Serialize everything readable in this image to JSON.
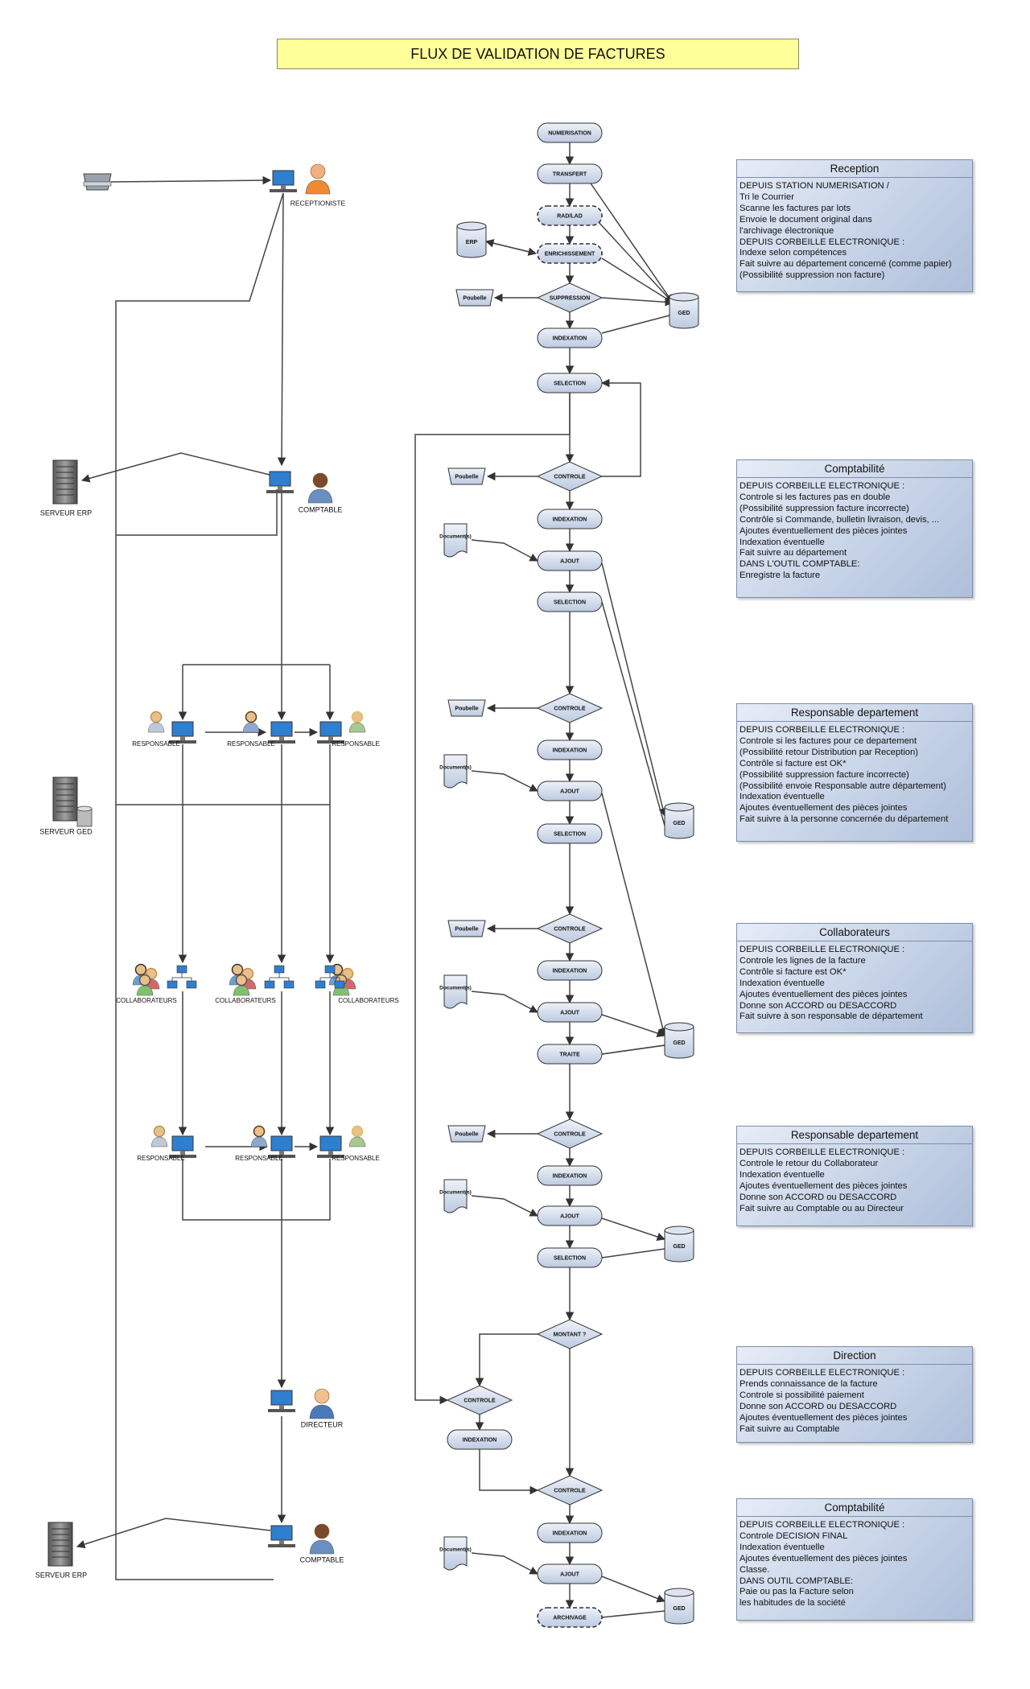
{
  "title": "FLUX DE VALIDATION DE FACTURES",
  "left": {
    "receptionist": "RECEPTIONISTE",
    "comptable_1": "COMPTABLE",
    "comptable_2": "COMPTABLE",
    "directeur": "DIRECTEUR",
    "serveur_erp_1": "SERVEUR ERP",
    "serveur_erp_2": "SERVEUR ERP",
    "serveur_ged": "SERVEUR GED",
    "responsables_row1": [
      "RESPONSABLE",
      "RESPONSABLE",
      "RESPONSABLE"
    ],
    "collaborateurs": [
      "COLLABORATEURS",
      "COLLABORATEURS",
      "COLLABORATEURS"
    ],
    "responsables_row2": [
      "RESPONSABLE",
      "RESPONSABLE",
      "RESPONSABLE"
    ]
  },
  "flow": {
    "numerisation": "NUMERISATION",
    "transfert": "TRANSFERT",
    "radlad": "RAD/LAD",
    "enrichissement": "ENRICHISSEMENT",
    "erp": "ERP",
    "poubelle": "Poubelle",
    "suppression": "SUPPRESSION",
    "ged": "GED",
    "indexation": "INDEXATION",
    "selection": "SELECTION",
    "controle": "CONTROLE",
    "ajout": "AJOUT",
    "documents": "Document(s)",
    "traite": "TRAITE",
    "montant": "MONTANT ?",
    "archivage": "ARCHIVAGE"
  },
  "notes": [
    {
      "title": "Reception",
      "body": "DEPUIS STATION NUMERISATION /\nTri le Courrier\nScanne les factures par lots\nEnvoie le document original dans\n l'archivage électronique\nDEPUIS CORBEILLE ELECTRONIQUE :\nIndexe selon compétences\nFait suivre au département concerné (comme papier)\n(Possibilité suppression non facture)"
    },
    {
      "title": "Comptabilité",
      "body": "DEPUIS CORBEILLE ELECTRONIQUE :\nControle si les factures pas en double\n(Possibilité suppression facture incorrecte)\nContrôle si Commande, bulletin livraison, devis, ...\nAjoutes éventuellement des pièces jointes\nIndexation éventuelle\nFait suivre au département\nDANS L'OUTIL COMPTABLE:\nEnregistre la facture"
    },
    {
      "title": "Responsable departement",
      "body": "DEPUIS CORBEILLE ELECTRONIQUE :\nControle si les factures pour ce departement\n(Possibilité retour Distribution par Reception)\nContrôle si facture est OK*\n(Possibilité suppression facture incorrecte)\n(Possibilité envoie Responsable autre département)\nIndexation éventuelle\nAjoutes éventuellement des pièces jointes\nFait suivre à la personne concernée du département"
    },
    {
      "title": "Collaborateurs",
      "body": "DEPUIS CORBEILLE ELECTRONIQUE :\nControle  les lignes de la facture\nContrôle si facture est OK*\nIndexation éventuelle\nAjoutes éventuellement des pièces jointes\nDonne son ACCORD ou DESACCORD\nFait suivre à son responsable de département"
    },
    {
      "title": "Responsable departement",
      "body": "DEPUIS CORBEILLE ELECTRONIQUE :\nControle le retour du Collaborateur\nIndexation éventuelle\nAjoutes éventuellement des pièces jointes\nDonne son ACCORD ou DESACCORD\nFait suivre au Comptable ou au Directeur"
    },
    {
      "title": "Direction",
      "body": "DEPUIS CORBEILLE ELECTRONIQUE :\nPrends connaissance de la facture\nControle si possibilité paiement\nDonne son ACCORD ou DESACCORD\nAjoutes éventuellement des pièces jointes\nFait suivre au Comptable"
    },
    {
      "title": "Comptabilité",
      "body": "DEPUIS CORBEILLE ELECTRONIQUE :\nControle DECISION FINAL\nIndexation éventuelle\nAjoutes éventuellement des pièces jointes\nClasse.\nDANS OUTIL COMPTABLE:\nPaie ou pas la Facture selon\nles habitudes de la société"
    }
  ]
}
